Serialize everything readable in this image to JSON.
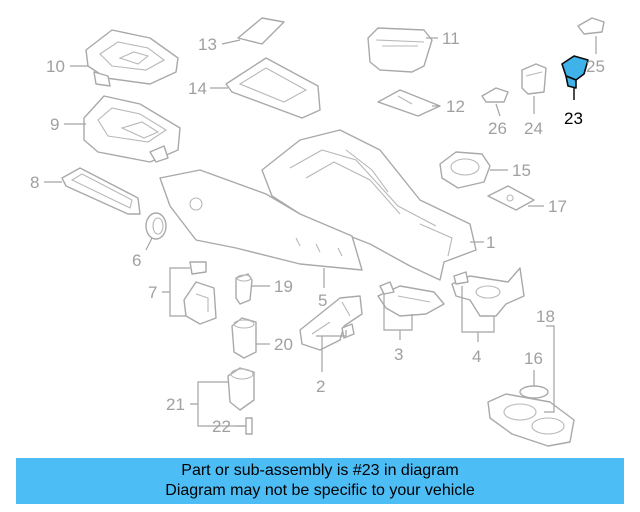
{
  "callouts": [
    {
      "id": "1",
      "label": "1"
    },
    {
      "id": "2",
      "label": "2"
    },
    {
      "id": "3",
      "label": "3"
    },
    {
      "id": "4",
      "label": "4"
    },
    {
      "id": "5",
      "label": "5"
    },
    {
      "id": "6",
      "label": "6"
    },
    {
      "id": "7",
      "label": "7"
    },
    {
      "id": "8",
      "label": "8"
    },
    {
      "id": "9",
      "label": "9"
    },
    {
      "id": "10",
      "label": "10"
    },
    {
      "id": "11",
      "label": "11"
    },
    {
      "id": "12",
      "label": "12"
    },
    {
      "id": "13",
      "label": "13"
    },
    {
      "id": "14",
      "label": "14"
    },
    {
      "id": "15",
      "label": "15"
    },
    {
      "id": "16",
      "label": "16"
    },
    {
      "id": "17",
      "label": "17"
    },
    {
      "id": "18",
      "label": "18"
    },
    {
      "id": "19",
      "label": "19"
    },
    {
      "id": "20",
      "label": "20"
    },
    {
      "id": "21",
      "label": "21"
    },
    {
      "id": "22",
      "label": "22"
    },
    {
      "id": "23",
      "label": "23"
    },
    {
      "id": "24",
      "label": "24"
    },
    {
      "id": "25",
      "label": "25"
    },
    {
      "id": "26",
      "label": "26"
    }
  ],
  "highlighted_part": "23",
  "colors": {
    "highlight": "#3fb2ea",
    "banner": "#4dbdf5",
    "linework": "#a9a9a9"
  },
  "banner": {
    "line1": "Part or sub-assembly is #23 in diagram",
    "line2": "Diagram may not be specific to your vehicle"
  }
}
